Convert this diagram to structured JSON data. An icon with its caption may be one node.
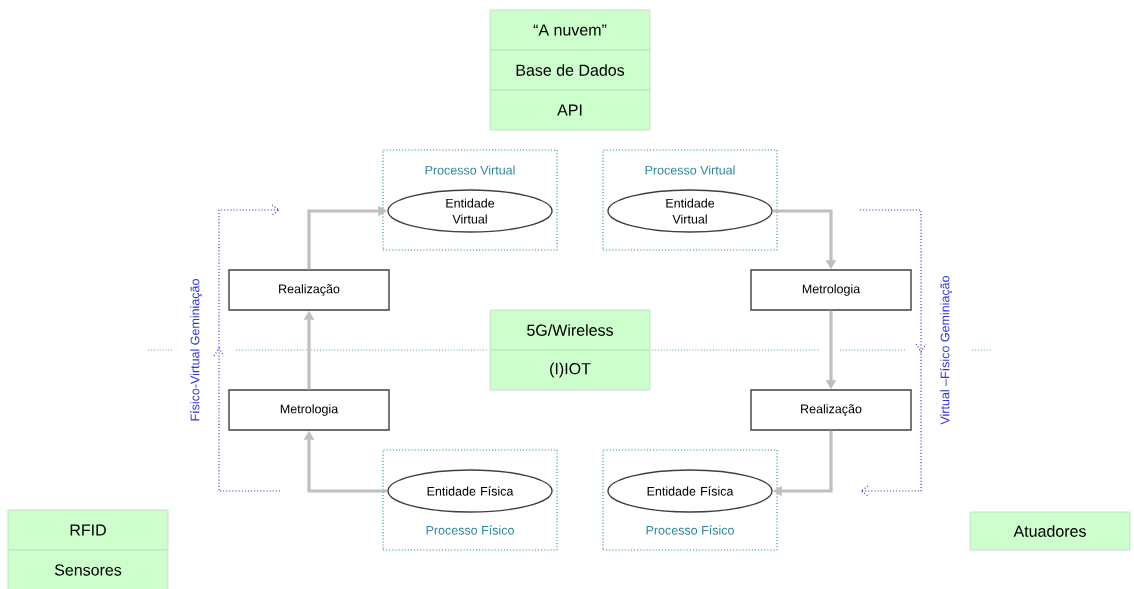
{
  "diagram": {
    "nodes": [
      {
        "text": [
          "“A nuvem”"
        ]
      },
      {
        "text": [
          "Base de Dados"
        ]
      },
      {
        "text": [
          "API"
        ]
      },
      {
        "text": [
          "5G/Wireless"
        ]
      },
      {
        "text": [
          "(I)IOT"
        ]
      },
      {
        "text": [
          "Processo Virtual"
        ]
      },
      {
        "text": [
          "Entidade Virtual"
        ],
        "in": 5
      },
      {
        "text": [
          "Processo Virtual"
        ]
      },
      {
        "text": [
          "Entidade Virtual"
        ],
        "in": 7
      },
      {
        "text": [
          "Realização"
        ]
      },
      {
        "text": [
          "Metrologia"
        ]
      },
      {
        "text": [
          "Metrologia"
        ]
      },
      {
        "text": [
          "Realização"
        ]
      },
      {
        "text": [
          "Processo Físico"
        ]
      },
      {
        "text": [
          "Entidade Física"
        ],
        "in": 13
      },
      {
        "text": [
          "Processo Físico"
        ]
      },
      {
        "text": [
          "Entidade Física"
        ],
        "in": 15
      },
      {
        "text": [
          "RFID"
        ]
      },
      {
        "text": [
          "Sensores"
        ]
      },
      {
        "text": [
          "Atuadores"
        ]
      }
    ],
    "edges": [
      {
        "from": 14,
        "to": 10,
        "arrow": "to"
      },
      {
        "from": 10,
        "to": 9,
        "arrow": "to"
      },
      {
        "from": 9,
        "to": 6,
        "arrow": "to"
      },
      {
        "from": 8,
        "to": 11,
        "arrow": "to"
      },
      {
        "from": 11,
        "to": 12,
        "arrow": "to"
      },
      {
        "from": 12,
        "to": 16,
        "arrow": "to"
      }
    ],
    "labels": [
      "Físico-Virtual Geminiação",
      "Virtual –Físico Geminiação"
    ]
  }
}
